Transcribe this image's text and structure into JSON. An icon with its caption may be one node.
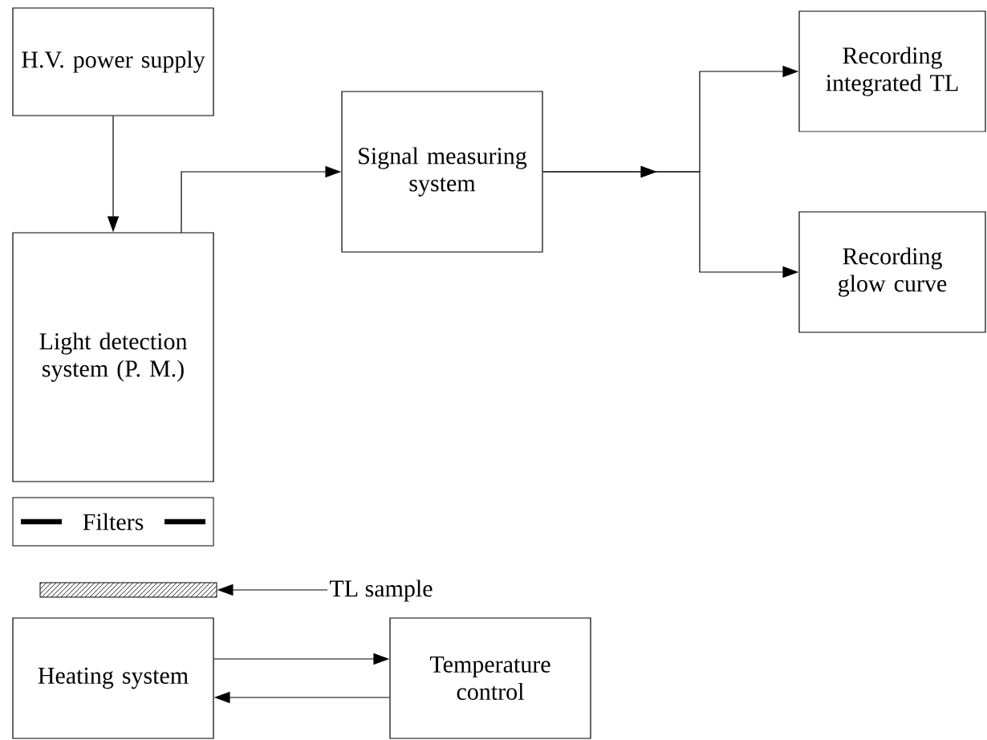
{
  "diagram": {
    "nodes": [
      {
        "text": [
          "H.V. power supply"
        ]
      },
      {
        "text": [
          "Light detection system (P. M.)"
        ]
      },
      {
        "text": [
          "Signal measuring system"
        ]
      },
      {
        "text": [
          "Recording integrated TL"
        ]
      },
      {
        "text": [
          "Recording glow curve"
        ]
      },
      {
        "text": [
          "Filters"
        ]
      },
      {
        "text": [],
        "shape": "bar"
      },
      {
        "text": [
          "TL sample"
        ]
      },
      {
        "text": [
          "Heating system"
        ]
      },
      {
        "text": [
          "Temperature control"
        ]
      }
    ],
    "edges": [
      {
        "from": 0,
        "to": 1,
        "arrow": "to"
      },
      {
        "from": 1,
        "to": 2,
        "arrow": "to"
      },
      {
        "from": 2,
        "to": 3,
        "arrow": "to"
      },
      {
        "from": 2,
        "to": 4,
        "arrow": "to"
      },
      {
        "from": 7,
        "to": 6,
        "arrow": "to"
      },
      {
        "from": 8,
        "to": 9,
        "arrow": "to"
      },
      {
        "from": 9,
        "to": 8,
        "arrow": "to"
      }
    ]
  }
}
